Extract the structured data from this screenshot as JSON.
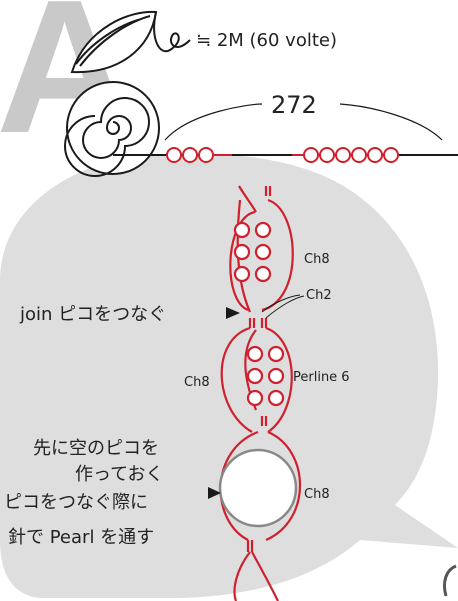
{
  "header_letter": "A",
  "yarn_length": "≒ 2M (60 volte)",
  "bead_count": "272",
  "labels": {
    "ch8_top": "Ch8",
    "ch2": "Ch2",
    "join": "join ピコをつなぐ",
    "ch8_left": "Ch8",
    "perline": "Perline 6",
    "ch8_bottom": "Ch8",
    "note_lines": [
      "先に空のピコを",
      "作っておく",
      "ピコをつなぐ際に",
      "針で Pearl を通す"
    ]
  },
  "colors": {
    "thread": "#d0202e",
    "bubble": "#dedede",
    "letter": "#c9c9c9",
    "ink": "#222222",
    "ring": "#888888"
  }
}
